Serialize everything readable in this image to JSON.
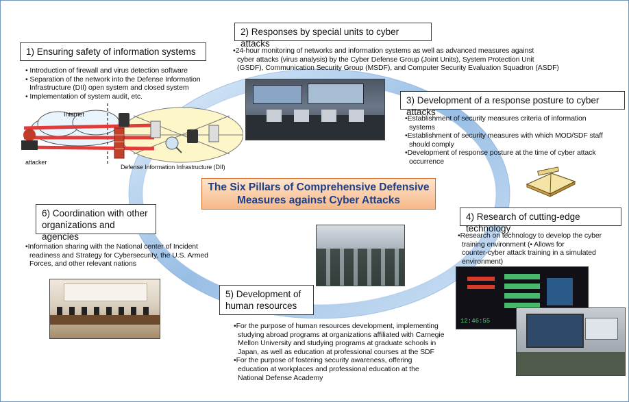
{
  "center_title": [
    "The Six Pillars of Comprehensive Defensive",
    "Measures against Cyber Attacks"
  ],
  "colors": {
    "frame": "#6f96bf",
    "ring": "#9fc2e8",
    "center_fill": "#f7b98a",
    "center_text": "#1b3f88",
    "attack_line": "#e03c3c"
  },
  "pillar1": {
    "title": "1) Ensuring safety of information systems",
    "bullets": [
      "• Introduction of firewall and virus detection software",
      "• Separation of the network into the Defense Information",
      "  Infrastructure (DII) open system and closed system",
      "• Implementation of system audit, etc."
    ],
    "diagram": {
      "internet_label": "Internet",
      "attacker_label": "attacker",
      "dii_label": "Defense Information Infrastructure (DII)"
    }
  },
  "pillar2": {
    "title": "2) Responses by special units to cyber attacks",
    "bullets": [
      "•24-hour monitoring of networks and information systems as well as advanced measures against",
      "  cyber attacks (virus analysis) by the Cyber Defense Group (Joint Units), System Protection Unit",
      "  (GSDF), Communication Security Group (MSDF), and Computer Security Evaluation Squadron (ASDF)"
    ]
  },
  "pillar3": {
    "title": "3) Development of a response posture to cyber attacks",
    "bullets": [
      "•Establishment of security measures criteria of information",
      "  systems",
      "•Establishment of security measures with which MOD/SDF staff",
      "  should comply",
      "•Development of response posture at the time of cyber attack",
      "  occurrence"
    ]
  },
  "pillar4": {
    "title": "4) Research of cutting-edge technology",
    "bullets": [
      "•Research on technology to develop the cyber",
      "  training environment (• Allows for",
      "  counter-cyber attack training in a simulated",
      "  environment)"
    ],
    "screen_time": "12:46:55"
  },
  "pillar5": {
    "title": [
      "5) Development of",
      "human resources"
    ],
    "bullets": [
      "•For the purpose of human resources development, implementing",
      "  studying abroad programs at organizations affiliated with Carnegie",
      "  Mellon University and studying programs at graduate schools in",
      "  Japan, as well as education at professional courses at the SDF",
      "•For the purpose of fostering security awareness, offering",
      "  education at workplaces and professional education at the",
      "  National Defense Academy"
    ]
  },
  "pillar6": {
    "title": [
      "6) Coordination with other",
      "organizations and agencies"
    ],
    "bullets": [
      "•Information sharing with the National center of Incident",
      "  readiness and Strategy for Cybersecurity, the U.S. Armed",
      "  Forces, and other relevant nations"
    ]
  }
}
